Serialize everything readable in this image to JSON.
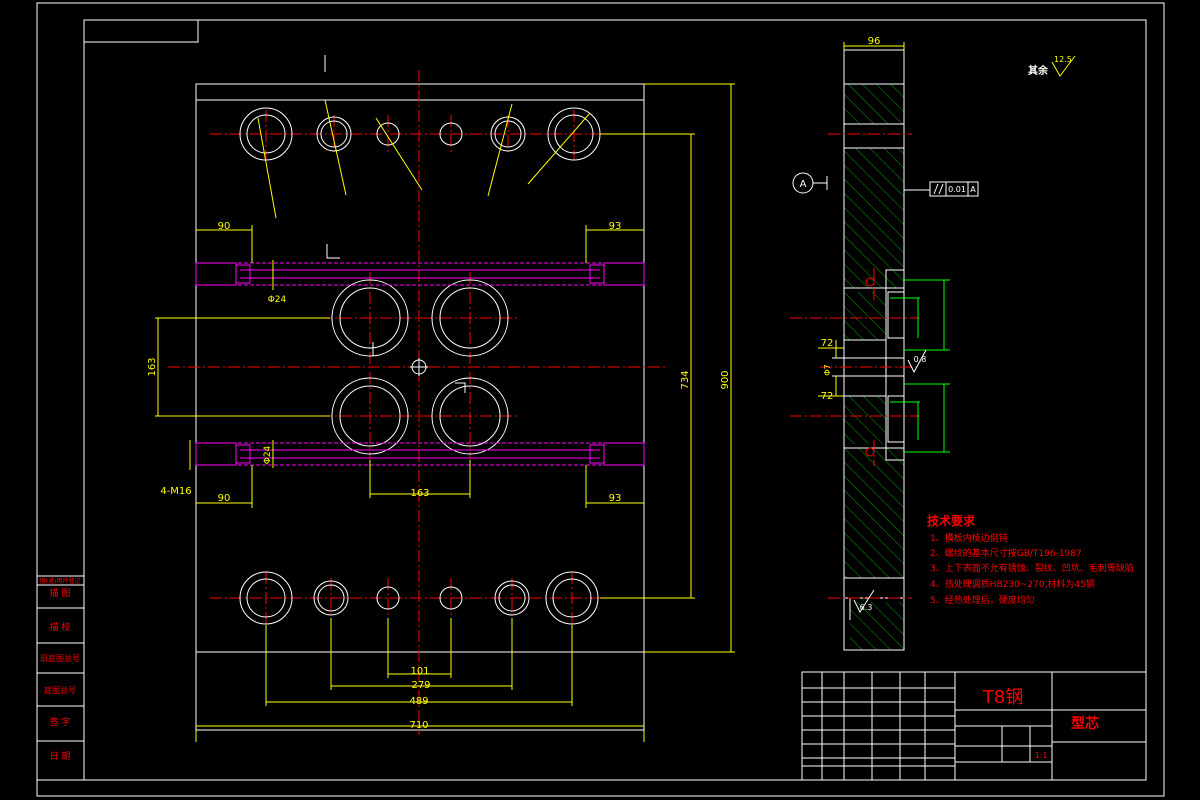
{
  "front_view": {
    "dims": {
      "width_total": "710",
      "height_total": "900",
      "inner_height": "734",
      "pitch_vertical": "163",
      "pitch_horizontal": "163",
      "hole_row_101": "101",
      "hole_row_279": "279",
      "hole_row_489": "489",
      "edge_left_top": "90",
      "edge_right_top": "93",
      "edge_left_bottom": "90",
      "edge_right_bottom": "93",
      "channel_dia_top": "Φ24",
      "channel_dia_bottom": "Φ24",
      "thread_note": "4-M16"
    }
  },
  "side_view": {
    "dims": {
      "thickness": "96",
      "dim_72_top": "72",
      "dim_72_bottom": "72",
      "phi7": "Φ7",
      "datum": "A",
      "parallel_tol": "0.01",
      "parallel_ref": "A",
      "roughness_top": "0.8",
      "roughness_bottom": "6.3"
    }
  },
  "roughness_note": {
    "label": "其余",
    "value": "12.5"
  },
  "tech_requirements": {
    "title": "技术要求",
    "items": [
      "1、模板内棱边倒钝",
      "2、螺纹的基本尺寸按GB/T196-1987",
      "3、上下表面不允有锈蚀、裂纹、凹坑、毛刺等缺陷",
      "4、热处理调质HB230~270,材料为45钢",
      "5、经热处理后，硬度均匀"
    ]
  },
  "title_block": {
    "material": "T8钢",
    "part_name": "型芯",
    "scale_value": "1:1"
  },
  "left_strip": [
    "借(通)用件登记",
    "描  图",
    "描  校",
    "旧底图总号",
    "底图总号",
    "签  字",
    "日  期"
  ]
}
